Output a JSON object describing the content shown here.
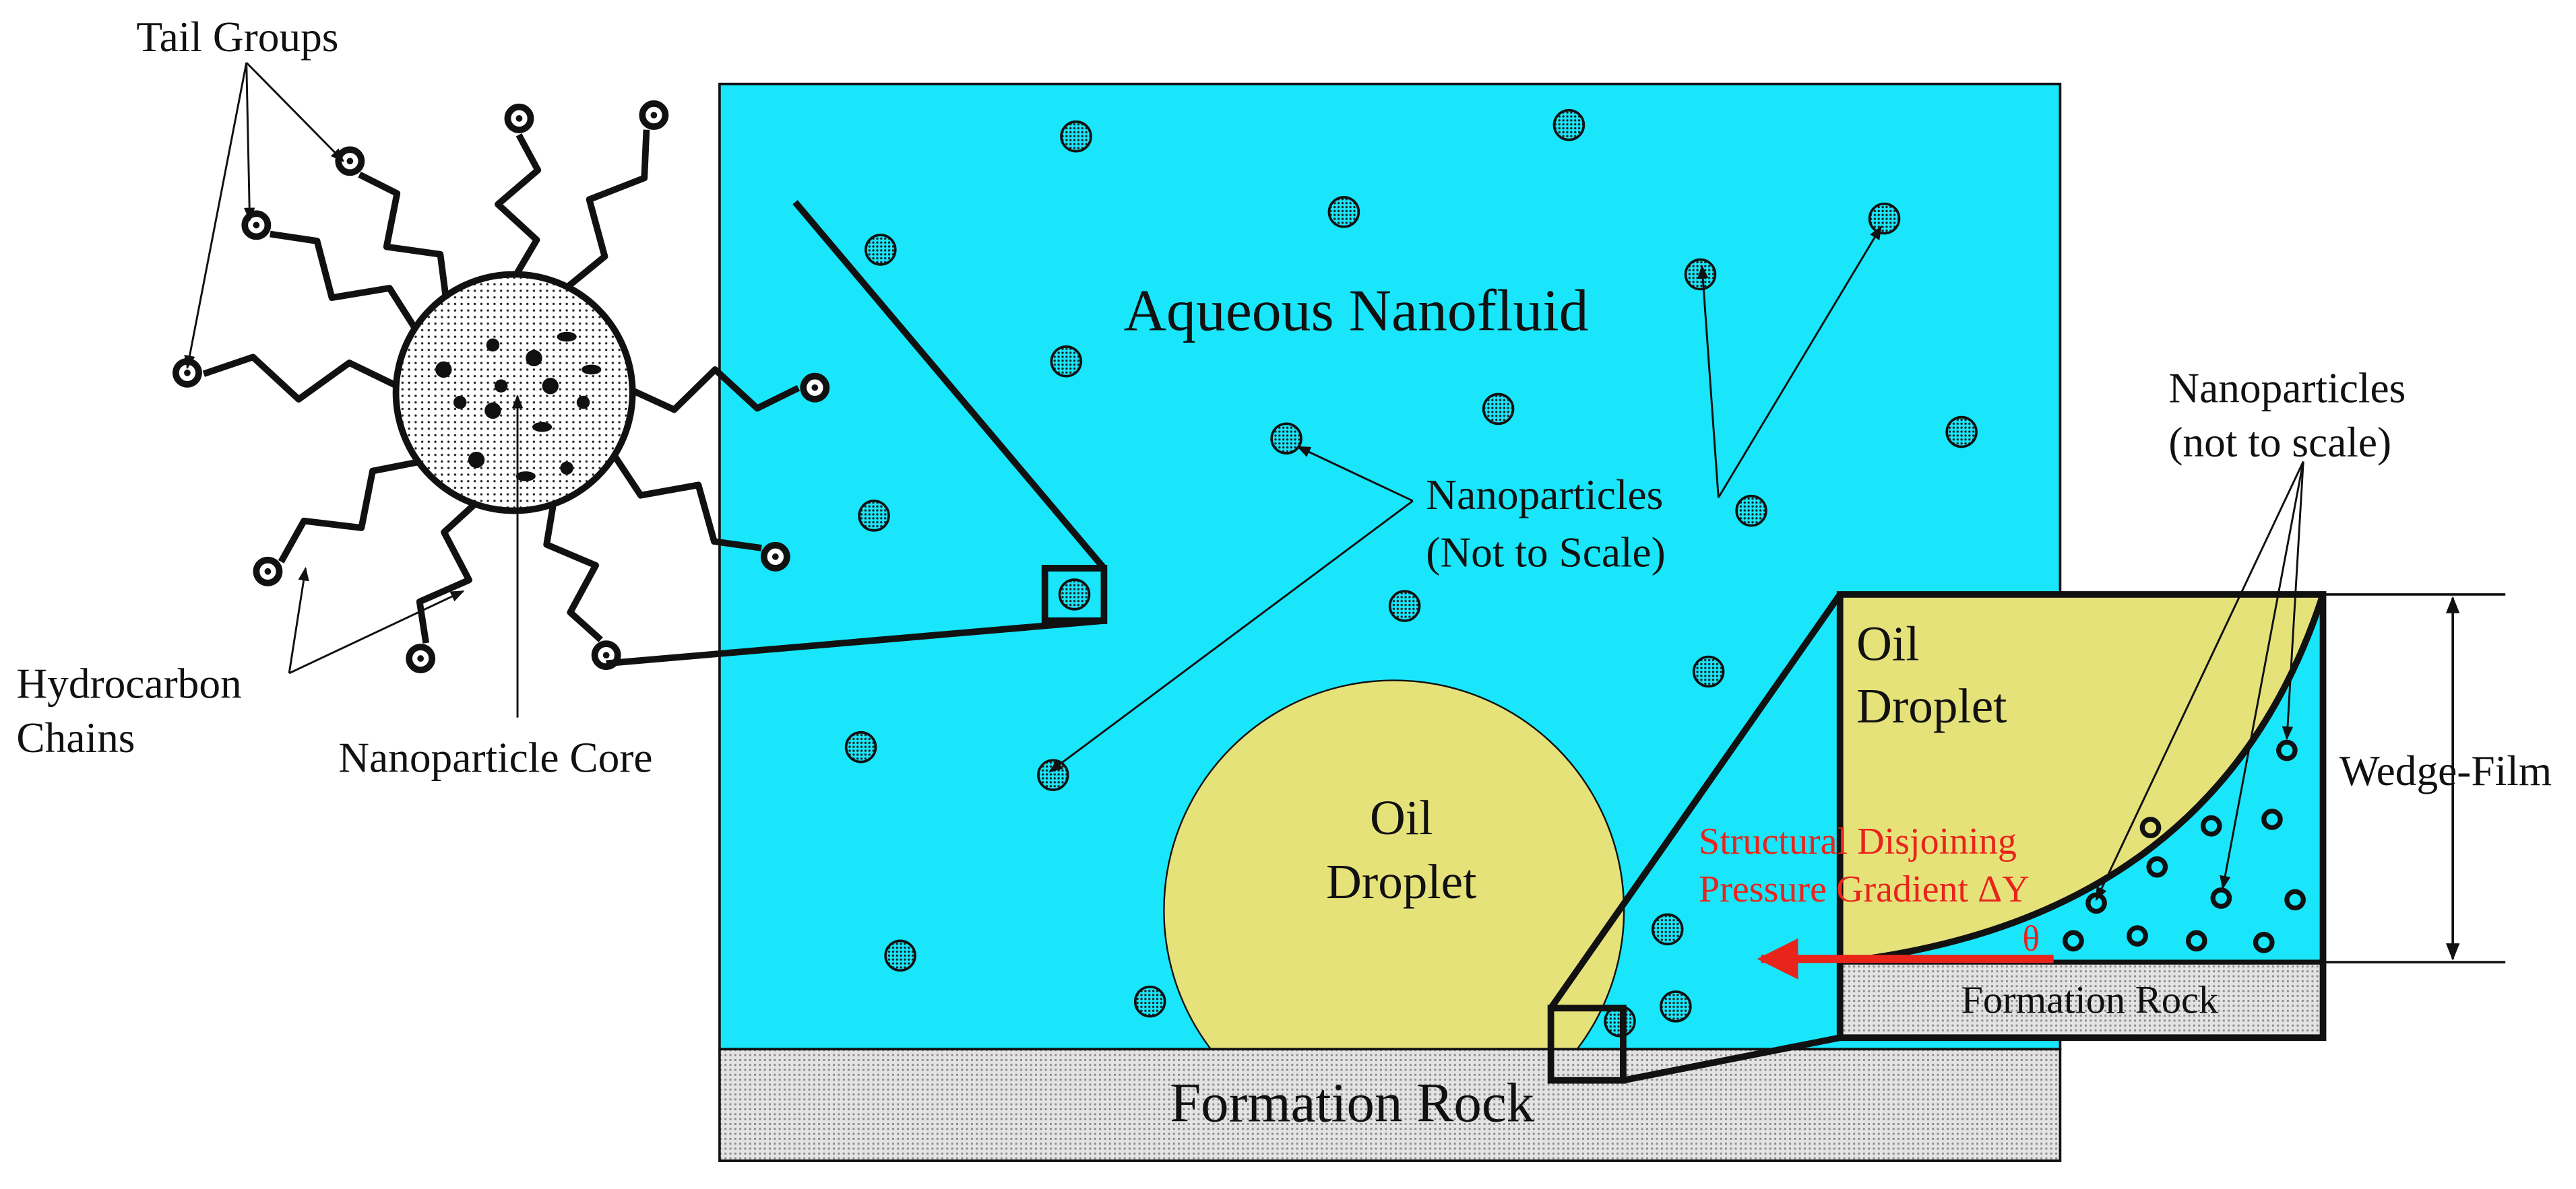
{
  "labels": {
    "tail_groups": "Tail Groups",
    "hydrocarbon_chains_line1": "Hydrocarbon",
    "hydrocarbon_chains_line2": "Chains",
    "nanoparticle_core": "Nanoparticle Core",
    "aqueous_nanofluid": "Aqueous Nanofluid",
    "nanoparticles_center_line1": "Nanoparticles",
    "nanoparticles_center_line2": "(Not to Scale)",
    "nanoparticles_right_line1": "Nanoparticles",
    "nanoparticles_right_line2": "(not to scale)",
    "oil_droplet_main_line1": "Oil",
    "oil_droplet_main_line2": "Droplet",
    "oil_droplet_inset_line1": "Oil",
    "oil_droplet_inset_line2": "Droplet",
    "formation_rock_main": "Formation Rock",
    "formation_rock_inset": "Formation Rock",
    "wedge_film": "Wedge-Film",
    "disjoining_line1": "Structural Disjoining",
    "disjoining_line2": "Pressure Gradient ΔY",
    "theta": "θ"
  },
  "colors": {
    "nanofluid": "#19e6fa",
    "oil": "#e6e27a",
    "rock": "#e3e3e3",
    "outline": "#111111",
    "annotation_red": "#e8241b",
    "background": "#ffffff"
  }
}
